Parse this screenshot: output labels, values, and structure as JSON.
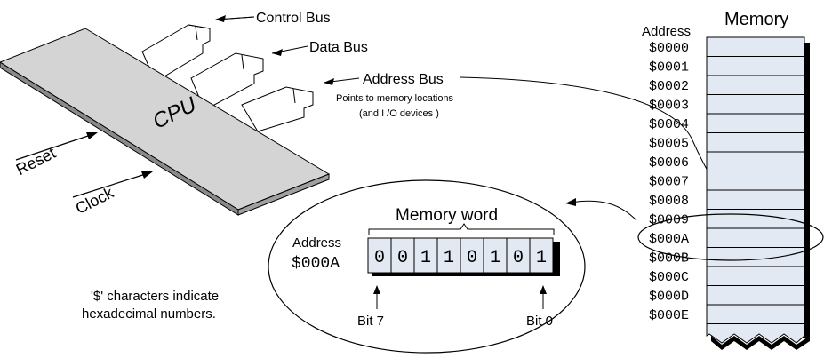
{
  "cpu": {
    "label": "CPU",
    "buses": {
      "control": "Control Bus",
      "data": "Data Bus",
      "address": "Address Bus"
    },
    "address_note": {
      "line1": "Points to memory locations",
      "line2": "(and I /O devices )"
    },
    "inputs": {
      "reset": "Reset",
      "clock": "Clock"
    }
  },
  "memory": {
    "title": "Memory",
    "address_header": "Address",
    "addresses": [
      "$0000",
      "$0001",
      "$0002",
      "$0003",
      "$0004",
      "$0005",
      "$0006",
      "$0007",
      "$0008",
      "$0009",
      "$000A",
      "$000B",
      "$000C",
      "$000D",
      "$000E"
    ]
  },
  "word": {
    "title": "Memory word",
    "address_label": "Address",
    "address_value": "$000A",
    "bits": [
      "0",
      "0",
      "1",
      "1",
      "0",
      "1",
      "0",
      "1"
    ],
    "bit7_label": "Bit 7",
    "bit0_label": "Bit 0"
  },
  "note": {
    "line1": "'$' characters indicate",
    "line2": "hexadecimal numbers."
  }
}
